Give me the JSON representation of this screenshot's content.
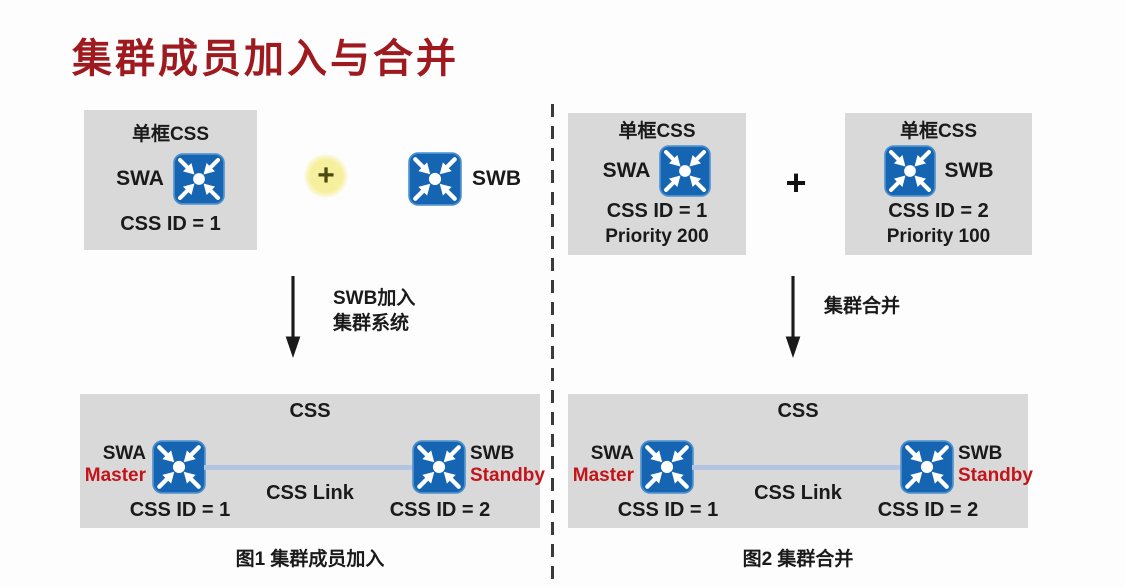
{
  "page": {
    "title": "集群成员加入与合并"
  },
  "colors": {
    "title_red": "#9e1a1f",
    "role_red": "#c2151b",
    "icon_blue": "#1565b2",
    "box_gray": "#d9d9d9",
    "css_link_blue": "#b3c4e2",
    "plus_highlight_yellow": "#f6f09e"
  },
  "icons": {
    "switch": "cluster-switch-icon",
    "down_arrow": "down-arrow-icon",
    "plus": "plus-icon"
  },
  "figure1": {
    "single_css_box": {
      "title": "单框CSS",
      "device_label": "SWA",
      "css_id": "CSS ID = 1"
    },
    "plus_sign": "+",
    "new_device_label": "SWB",
    "arrow_label_1": "SWB加入",
    "arrow_label_2": "集群系统",
    "cluster_box": {
      "title": "CSS",
      "left_device": "SWA",
      "left_role": "Master",
      "left_css_id": "CSS ID = 1",
      "link_label": "CSS Link",
      "right_device": "SWB",
      "right_role": "Standby",
      "right_css_id": "CSS ID = 2"
    },
    "caption": "图1 集群成员加入"
  },
  "figure2": {
    "single_css_box_a": {
      "title": "单框CSS",
      "device_label": "SWA",
      "css_id": "CSS ID = 1",
      "priority": "Priority 200"
    },
    "plus_sign": "+",
    "single_css_box_b": {
      "title": "单框CSS",
      "device_label": "SWB",
      "css_id": "CSS ID = 2",
      "priority": "Priority 100"
    },
    "arrow_label": "集群合并",
    "cluster_box": {
      "title": "CSS",
      "left_device": "SWA",
      "left_role": "Master",
      "left_css_id": "CSS ID = 1",
      "link_label": "CSS Link",
      "right_device": "SWB",
      "right_role": "Standby",
      "right_css_id": "CSS ID = 2"
    },
    "caption": "图2 集群合并"
  }
}
